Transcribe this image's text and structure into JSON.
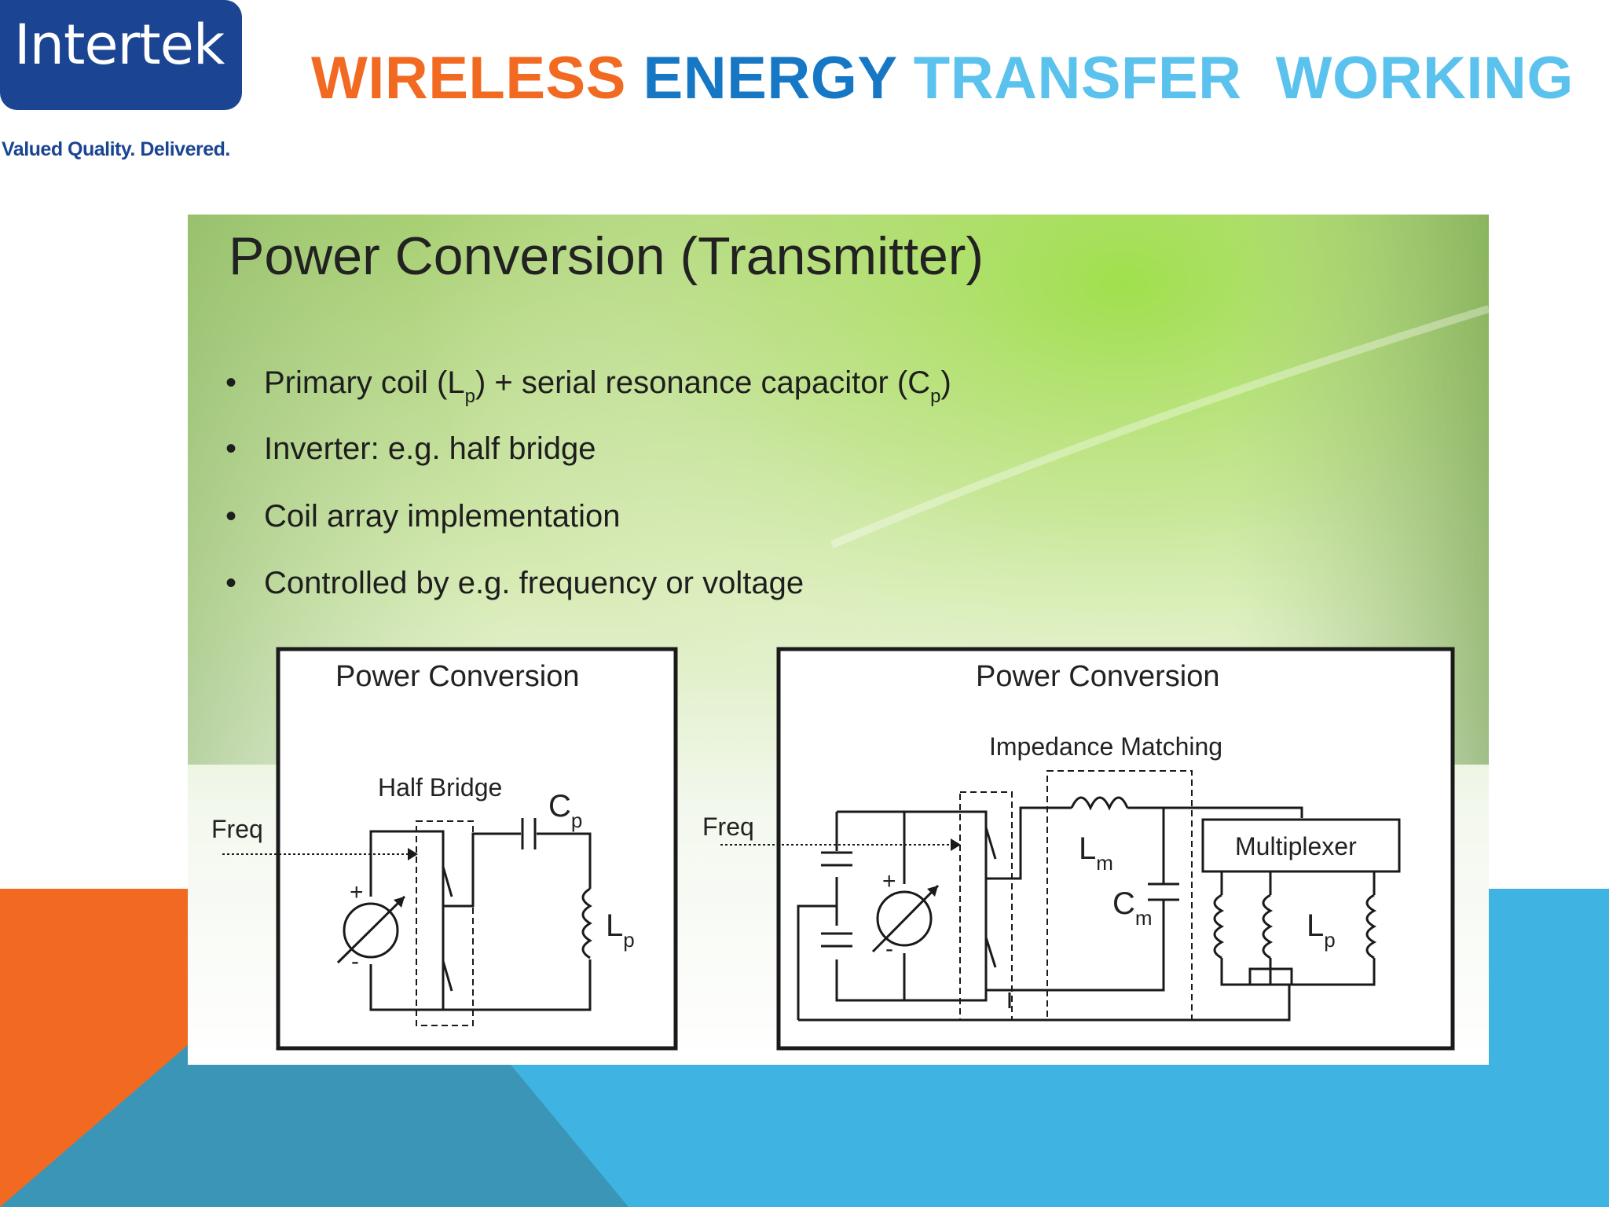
{
  "brand": {
    "logo_text": "Intertek",
    "tagline": "Valued Quality. Delivered.",
    "navy": "#1b4592"
  },
  "title": {
    "word1": "WIRELESS",
    "word2": "ENERGY",
    "word3": "TRANSFER",
    "word4": "WORKING",
    "color_word1": "#f26a21",
    "color_word2": "#1677c4",
    "color_word3": "#5bc2ee",
    "color_word4": "#5bc2ee"
  },
  "slide": {
    "heading": "Power Conversion (Transmitter)",
    "bullets": [
      {
        "text": "Primary coil (L",
        "sub": "p",
        "text2": ") + serial resonance capacitor (C",
        "sub2": "p",
        "text3": ")"
      },
      {
        "text": "Inverter: e.g. half bridge"
      },
      {
        "text": "Coil array implementation"
      },
      {
        "text": "Controlled by e.g. frequency or voltage"
      }
    ],
    "left_diagram": {
      "title": "Power Conversion",
      "input_label": "Freq",
      "block_label": "Half Bridge",
      "cap_label": "C",
      "cap_sub": "p",
      "coil_label": "L",
      "coil_sub": "p",
      "plus": "+",
      "minus": "-"
    },
    "right_diagram": {
      "title": "Power Conversion",
      "input_label": "Freq",
      "block_label": "Impedance Matching",
      "ind_label": "L",
      "ind_sub": "m",
      "cap_label": "C",
      "cap_sub": "m",
      "mux_label": "Multiplexer",
      "coil_label": "L",
      "coil_sub": "p",
      "plus": "+",
      "minus": "-"
    }
  },
  "colors": {
    "orange": "#f26a21",
    "sky_blue": "#3fb3e2",
    "teal_blue": "#3a95b7"
  }
}
